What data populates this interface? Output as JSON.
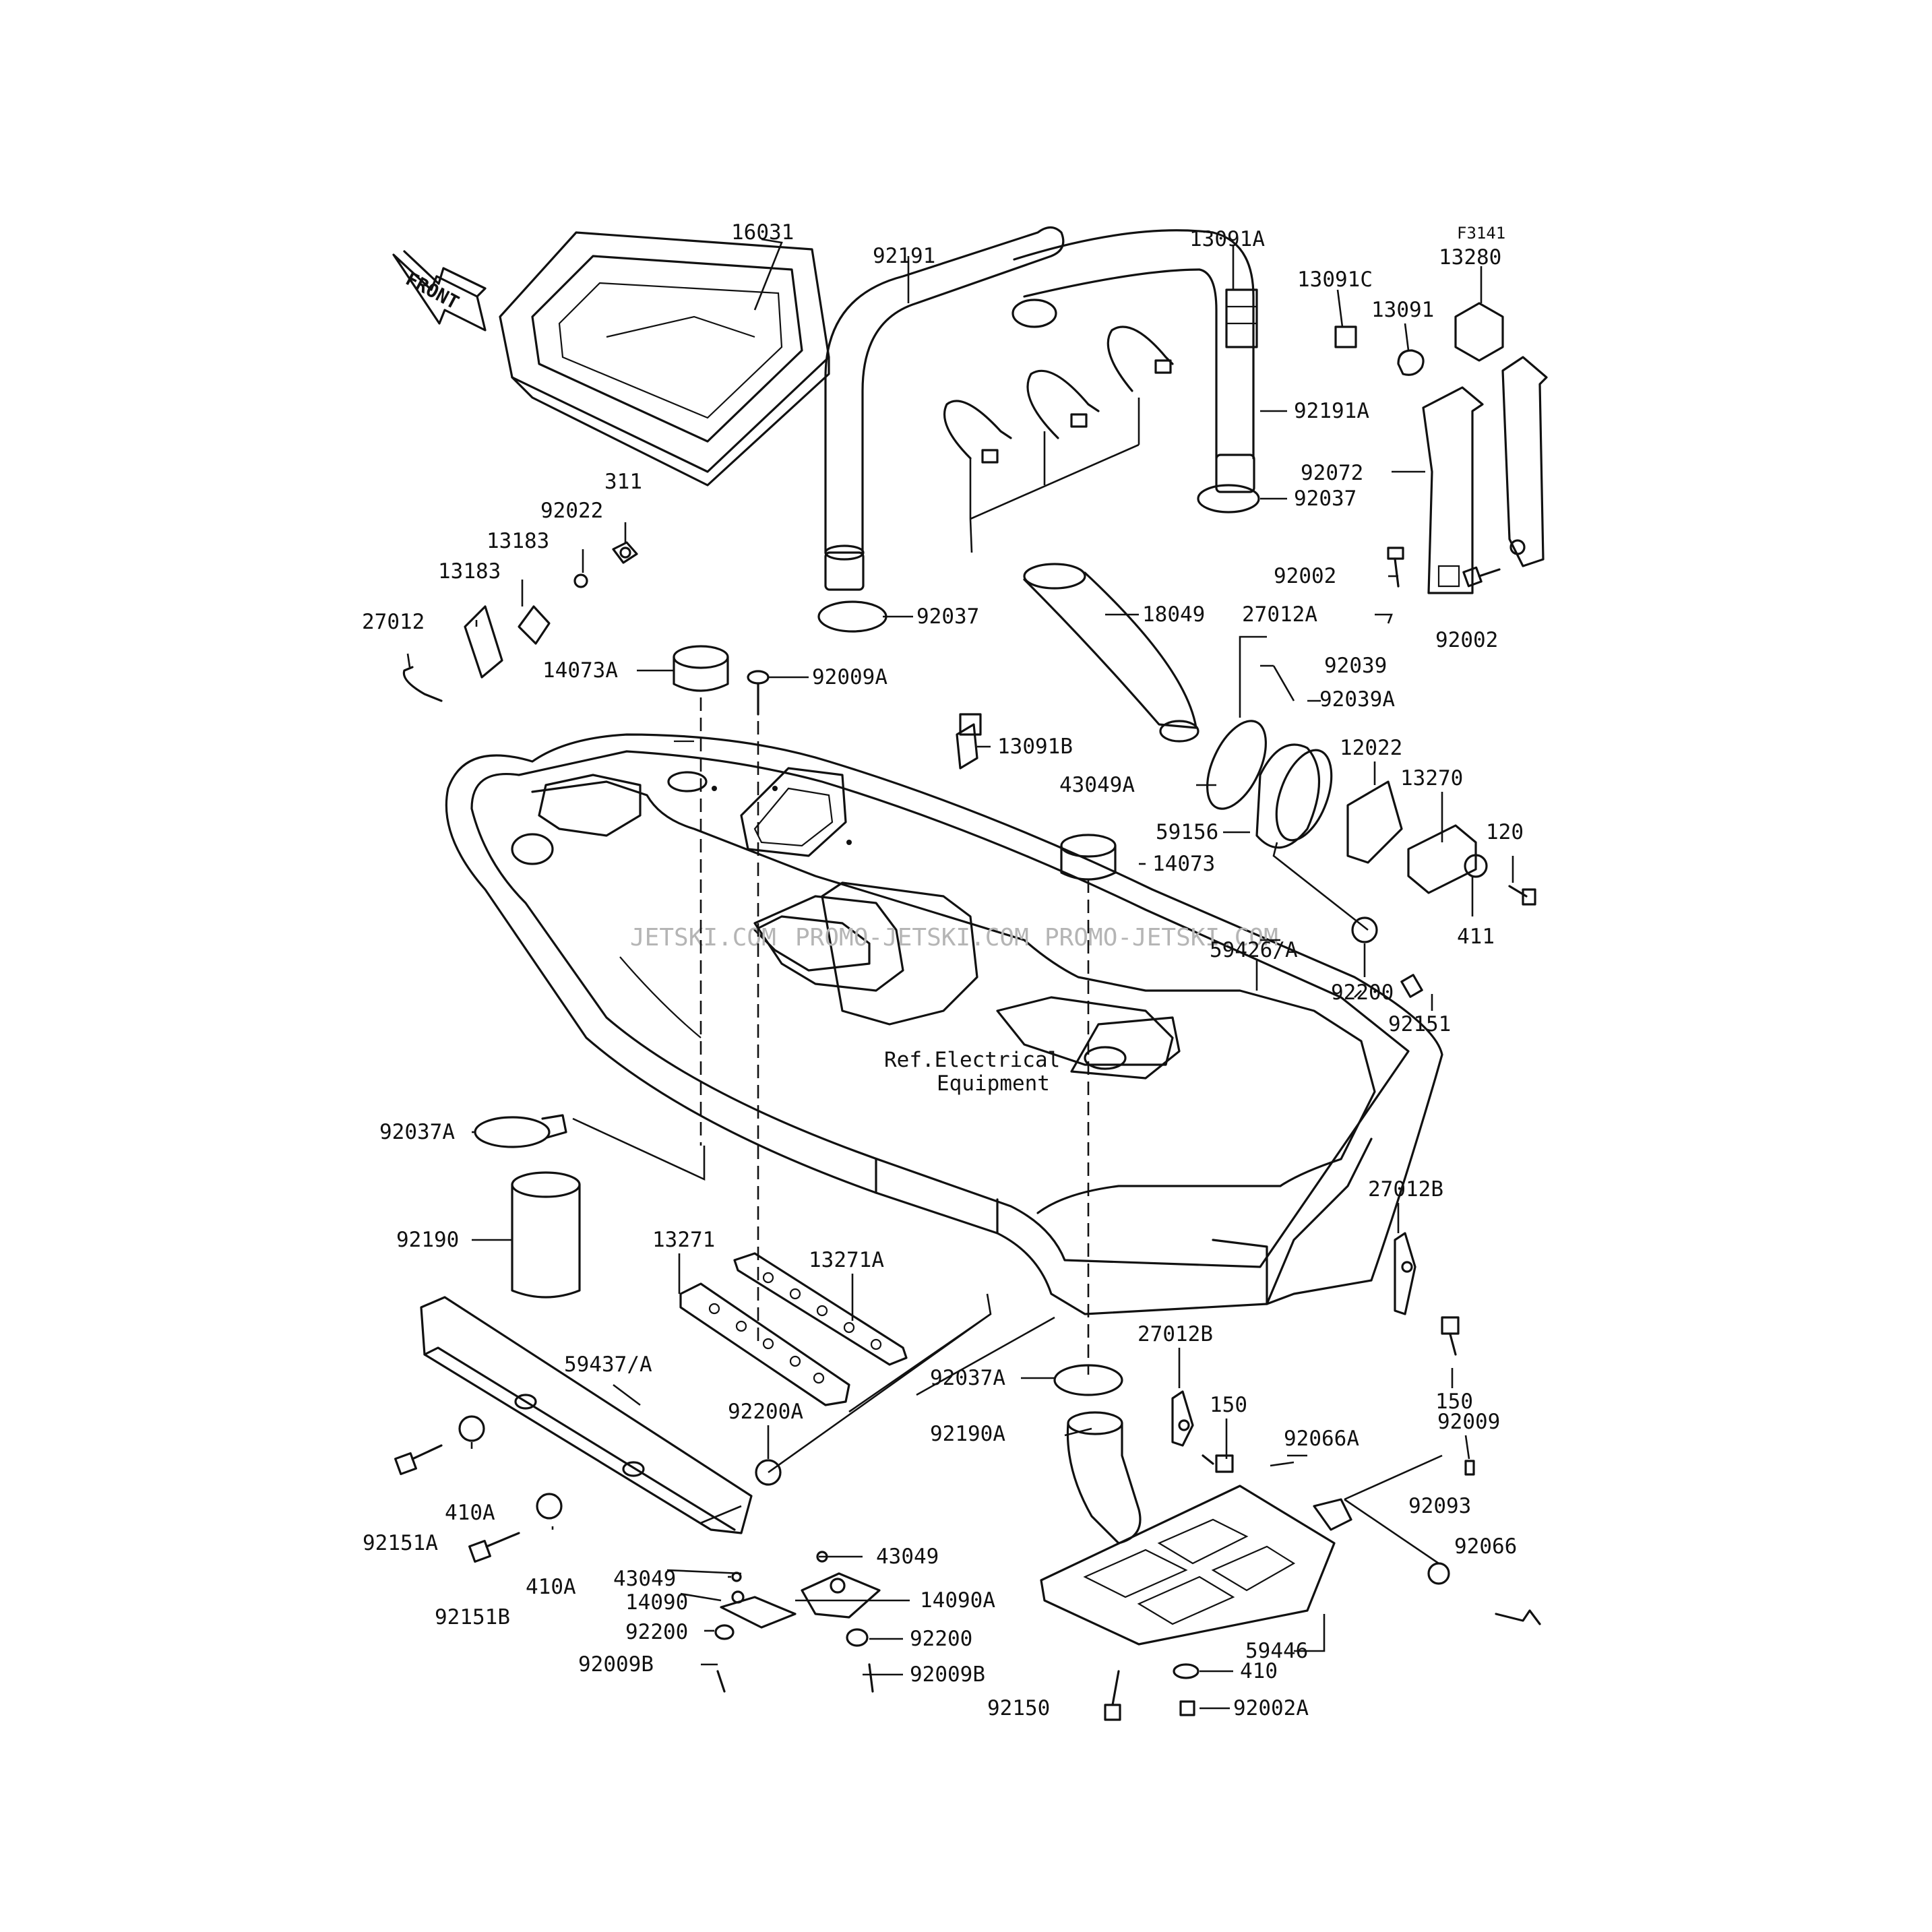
{
  "figure_code": "F3141",
  "direction_arrow": {
    "label": "FRONT",
    "icon": "front-direction-arrow"
  },
  "watermarks": [
    "JETSKI.COM",
    "PROMO-JETSKI.COM",
    "PROMO-JETSKI.COM"
  ],
  "reference_note": {
    "line1": "Ref.Electrical",
    "line2": "Equipment"
  },
  "callouts": {
    "c16031": "16031",
    "c92191": "92191",
    "c13091A": "13091A",
    "c13091C": "13091C",
    "c13091": "13091",
    "c13280": "13280",
    "c92191A": "92191A",
    "c92072": "92072",
    "c92037_top": "92037",
    "c311": "311",
    "c92022": "92022",
    "c13183_a": "13183",
    "c13183_b": "13183",
    "c27012": "27012",
    "c14073A": "14073A",
    "c92009A": "92009A",
    "c92037_mid": "92037",
    "c18049": "18049",
    "c27012A": "27012A",
    "c92002_a": "92002",
    "c92002_b": "92002",
    "c92039": "92039",
    "c92039A": "92039A",
    "c13091B": "13091B",
    "c43049A": "43049A",
    "c12022": "12022",
    "c13270": "13270",
    "c120": "120",
    "c59156": "59156",
    "c14073": "14073",
    "c411": "411",
    "c59426A": "59426/A",
    "c92200_a": "92200",
    "c92151": "92151",
    "c92037A_a": "92037A",
    "c92190": "92190",
    "c13271": "13271",
    "c13271A": "13271A",
    "c27012B_a": "27012B",
    "c59437A": "59437/A",
    "c92037A_b": "92037A",
    "c27012B_b": "27012B",
    "c150_a": "150",
    "c150_b": "150",
    "c92009": "92009",
    "c92200A": "92200A",
    "c92190A": "92190A",
    "c92066A": "92066A",
    "c92093": "92093",
    "c92066": "92066",
    "c92151A": "92151A",
    "c410A_a": "410A",
    "c410A_b": "410A",
    "c92151B": "92151B",
    "c43049_a": "43049",
    "c43049_b": "43049",
    "c14090": "14090",
    "c14090A": "14090A",
    "c92200_b": "92200",
    "c92200_c": "92200",
    "c92009B_a": "92009B",
    "c92009B_b": "92009B",
    "c59446": "59446",
    "c410": "410",
    "c92150": "92150",
    "c92002A": "92002A"
  }
}
